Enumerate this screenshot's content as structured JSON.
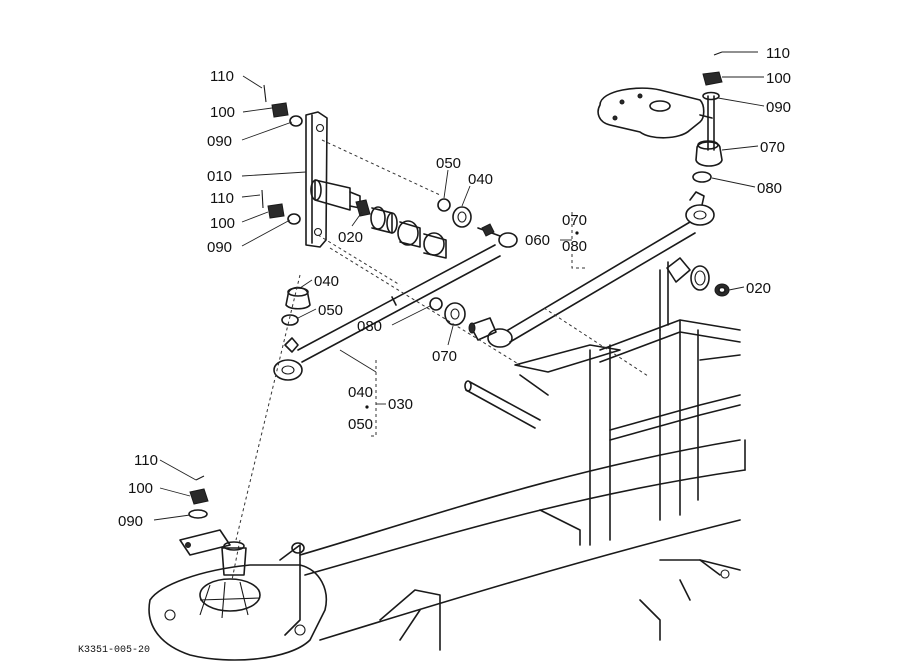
{
  "labels": {
    "l110_tl": "110",
    "l100_tl": "100",
    "l090_tl": "090",
    "l010": "010",
    "l110_ml": "110",
    "l100_ml": "100",
    "l090_ml": "090",
    "l020_m": "020",
    "l050_top": "050",
    "l040_top": "040",
    "l070_g": "070",
    "l060": "060",
    "l080_g": "080",
    "l110_tr": "110",
    "l100_tr": "100",
    "l090_tr": "090",
    "l070_r": "070",
    "l080_r": "080",
    "l020_r": "020",
    "l040_c": "040",
    "l050_c": "050",
    "l080_c": "080",
    "l070_c": "070",
    "l040_g": "040",
    "l030": "030",
    "l050_g": "050",
    "l110_bl": "110",
    "l100_bl": "100",
    "l090_bl": "090"
  },
  "drawing_code": "K3351-005-20"
}
